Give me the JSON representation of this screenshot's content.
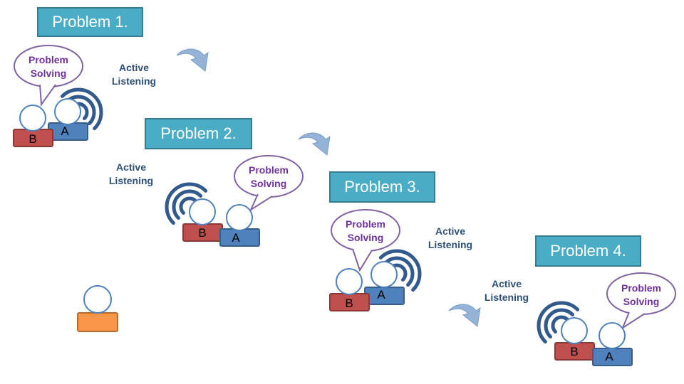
{
  "colors": {
    "title_fill": "#4bacc6",
    "title_border": "#357d91",
    "speech_border": "#8064a2",
    "speech_text": "#7030a0",
    "listening_text": "#2c5078",
    "waves": "#335a8c",
    "head_fill": "#ffffff",
    "head_border": "#4f81bd",
    "person_a_fill": "#4f81bd",
    "person_a_border": "#385d8a",
    "person_b_fill": "#c0504d",
    "person_b_border": "#8c3836",
    "observer_fill": "#f79646",
    "observer_border": "#b66d31",
    "arrow_fill": "#95b3d7",
    "arrow_border": "#7a9cc6"
  },
  "icons": {
    "wave": "sound-wave-icon",
    "arrow": "curved-arrow-icon"
  },
  "problems": [
    {
      "title": "Problem 1.",
      "speech": [
        "Problem",
        "Solving"
      ],
      "listening": [
        "Active",
        "Listening"
      ],
      "person_a": "A",
      "person_b": "B"
    },
    {
      "title": "Problem 2.",
      "speech": [
        "Problem",
        "Solving"
      ],
      "listening": [
        "Active",
        "Listening"
      ],
      "person_a": "A",
      "person_b": "B"
    },
    {
      "title": "Problem 3.",
      "speech": [
        "Problem",
        "Solving"
      ],
      "listening": [
        "Active",
        "Listening"
      ],
      "person_a": "A",
      "person_b": "B"
    },
    {
      "title": "Problem 4.",
      "speech": [
        "Problem",
        "Solving"
      ],
      "listening": [
        "Active",
        "Listening"
      ],
      "person_a": "A",
      "person_b": "B"
    }
  ]
}
